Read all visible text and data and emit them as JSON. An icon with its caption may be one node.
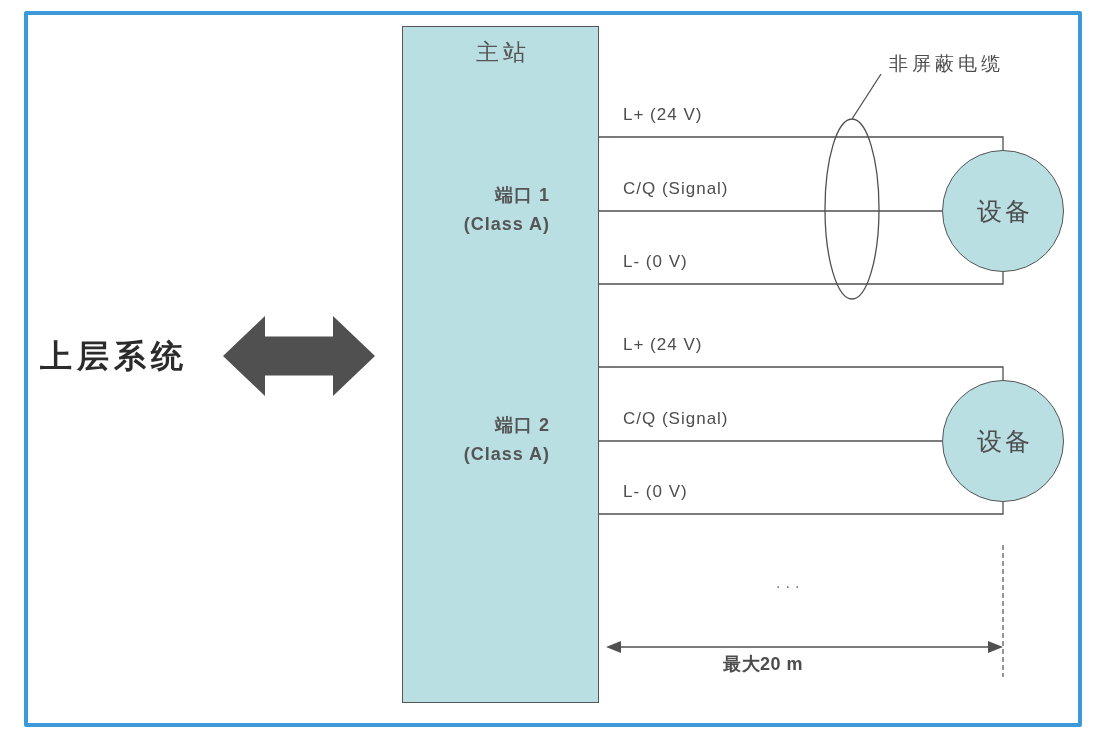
{
  "diagram": {
    "nodes": [
      {
        "text": [
          "上层系统"
        ]
      },
      {
        "text": [
          "主站"
        ]
      },
      {
        "text": [
          "非屏蔽电缆"
        ]
      },
      {
        "text": [
          "设备"
        ]
      },
      {
        "text": [
          "设备"
        ]
      }
    ],
    "edges": [
      {
        "from": 0,
        "to": 1,
        "arrow": "both",
        "style": "thick"
      },
      {
        "from": 1,
        "to": 3,
        "arrow": "none",
        "label": "L+ (24 V)"
      },
      {
        "from": 1,
        "to": 3,
        "arrow": "none",
        "label": "C/Q (Signal)"
      },
      {
        "from": 1,
        "to": 3,
        "arrow": "none",
        "label": "L- (0 V)"
      },
      {
        "from": 1,
        "to": 4,
        "arrow": "none",
        "label": "L+ (24 V)"
      },
      {
        "from": 1,
        "to": 4,
        "arrow": "none",
        "label": "C/Q (Signal)"
      },
      {
        "from": 1,
        "to": 4,
        "arrow": "none",
        "label": "L- (0 V)"
      },
      {
        "from": 2,
        "to": null,
        "arrow": "none"
      }
    ],
    "labels": [
      "端口 1 (Class A)",
      "端口 2 (Class A)",
      "...",
      "最大20 m"
    ]
  }
}
